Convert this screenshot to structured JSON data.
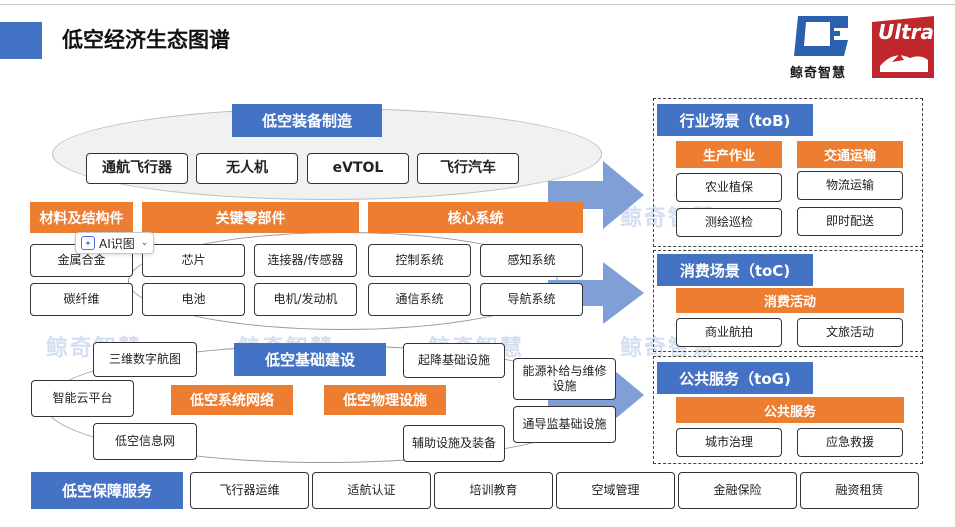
{
  "header": {
    "title": "低空经济生态图谱",
    "logo_text": "鲸奇智慧",
    "ultra_text": "Ultra"
  },
  "watermark": "鲸奇智慧",
  "ai_badge": "AI识图",
  "equipment": {
    "title": "低空装备制造",
    "items": [
      "通航飞行器",
      "无人机",
      "eVTOL",
      "飞行汽车"
    ]
  },
  "components": {
    "materials": {
      "title": "材料及结构件",
      "items": [
        "金属合金",
        "碳纤维"
      ]
    },
    "key_parts": {
      "title": "关键零部件",
      "items": [
        "芯片",
        "连接器/传感器",
        "电池",
        "电机/发动机"
      ]
    },
    "core_systems": {
      "title": "核心系统",
      "items": [
        "控制系统",
        "感知系统",
        "通信系统",
        "导航系统"
      ]
    }
  },
  "infrastructure": {
    "title": "低空基础建设",
    "system_network": "低空系统网络",
    "physical_facilities": "低空物理设施",
    "left_items": [
      "三维数字航图",
      "智能云平台",
      "低空信息网"
    ],
    "right_items": [
      "起降基础设施",
      "能源补给与维修设施",
      "通导监基础设施",
      "辅助设施及装备"
    ]
  },
  "support": {
    "title": "低空保障服务",
    "items": [
      "飞行器运维",
      "适航认证",
      "培训教育",
      "空域管理",
      "金融保险",
      "融资租赁"
    ]
  },
  "scenarios": {
    "toB": {
      "title": "行业场景（toB)",
      "groups": [
        {
          "title": "生产作业",
          "items": [
            "农业植保",
            "测绘巡检"
          ]
        },
        {
          "title": "交通运输",
          "items": [
            "物流运输",
            "即时配送"
          ]
        }
      ]
    },
    "toC": {
      "title": "消费场景（toC)",
      "group_title": "消费活动",
      "items": [
        "商业航拍",
        "文旅活动"
      ]
    },
    "toG": {
      "title": "公共服务（toG)",
      "group_title": "公共服务",
      "items": [
        "城市治理",
        "应急救援"
      ]
    }
  },
  "colors": {
    "blue": "#4472c4",
    "orange": "#ed7d31",
    "arrow": "#7f9fd6",
    "watermark": "#d4dff0"
  }
}
